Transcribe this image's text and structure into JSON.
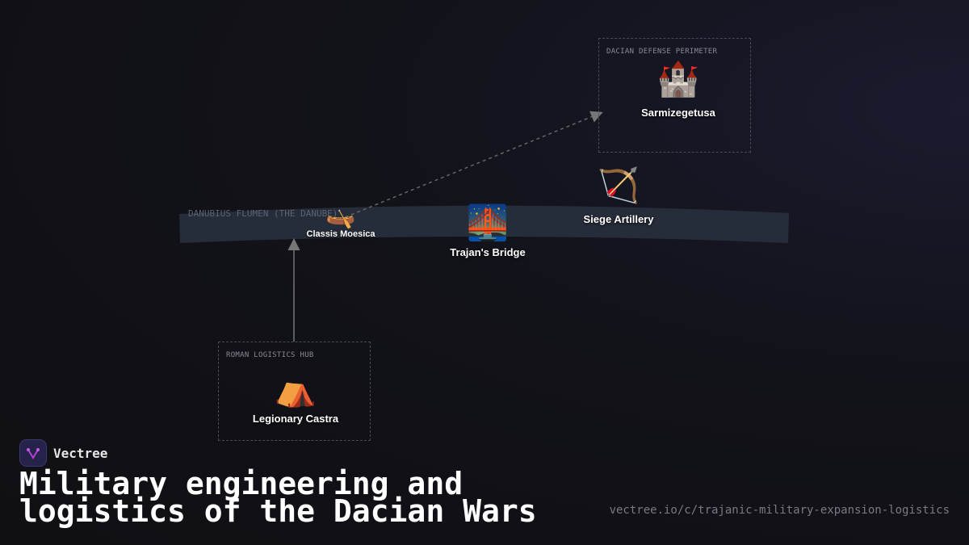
{
  "river": {
    "label": "DANUBIUS FLUMEN (THE DANUBE)"
  },
  "groups": {
    "dacian": {
      "label": "DACIAN DEFENSE PERIMETER"
    },
    "roman": {
      "label": "ROMAN LOGISTICS HUB"
    }
  },
  "nodes": {
    "sarmizegetusa": {
      "label": "Sarmizegetusa",
      "icon": "🏰"
    },
    "siege": {
      "label": "Siege Artillery",
      "icon": "🏹"
    },
    "bridge": {
      "label": "Trajan's Bridge",
      "icon": "🌉"
    },
    "classis": {
      "label": "Classis Moesica",
      "icon": "🛶"
    },
    "castra": {
      "label": "Legionary Castra",
      "icon": "⛺"
    }
  },
  "brand": {
    "name": "Vectree"
  },
  "title": {
    "line1": "Military engineering and",
    "line2": "logistics of the Dacian Wars"
  },
  "url": "vectree.io/c/trajanic-military-expansion-logistics"
}
